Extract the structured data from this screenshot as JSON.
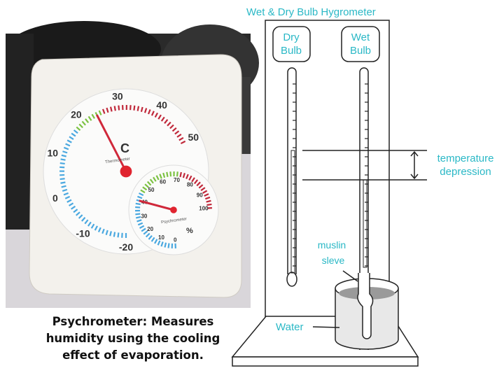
{
  "title": "Wet & Dry Bulb Hygrometer",
  "labels": {
    "dry_bulb": [
      "Dry",
      "Bulb"
    ],
    "wet_bulb": [
      "Wet",
      "Bulb"
    ],
    "temperature_depression": [
      "temperature",
      "depression"
    ],
    "muslin_sleve": [
      "muslin",
      "sleve"
    ],
    "water": "Water"
  },
  "caption": [
    "Psychrometer: Measures",
    "humidity using the cooling",
    "effect of evaporation."
  ],
  "photo": {
    "thermometer_scale": [
      "-20",
      "-10",
      "0",
      "10",
      "20",
      "30",
      "40",
      "50"
    ],
    "thermometer_unit": "C",
    "thermometer_name": "Thermometer",
    "thermometer_reading": 24,
    "hygrometer_scale": [
      "0",
      "10",
      "20",
      "30",
      "40",
      "50",
      "60",
      "70",
      "80",
      "90",
      "100"
    ],
    "hygrometer_unit": "%",
    "hygrometer_name": "Psychrometer",
    "hygrometer_reading": 40
  },
  "colors": {
    "accent": "#2ab8c6",
    "blue": "#4aa8e0",
    "green": "#7cc242",
    "red": "#c0283a"
  }
}
